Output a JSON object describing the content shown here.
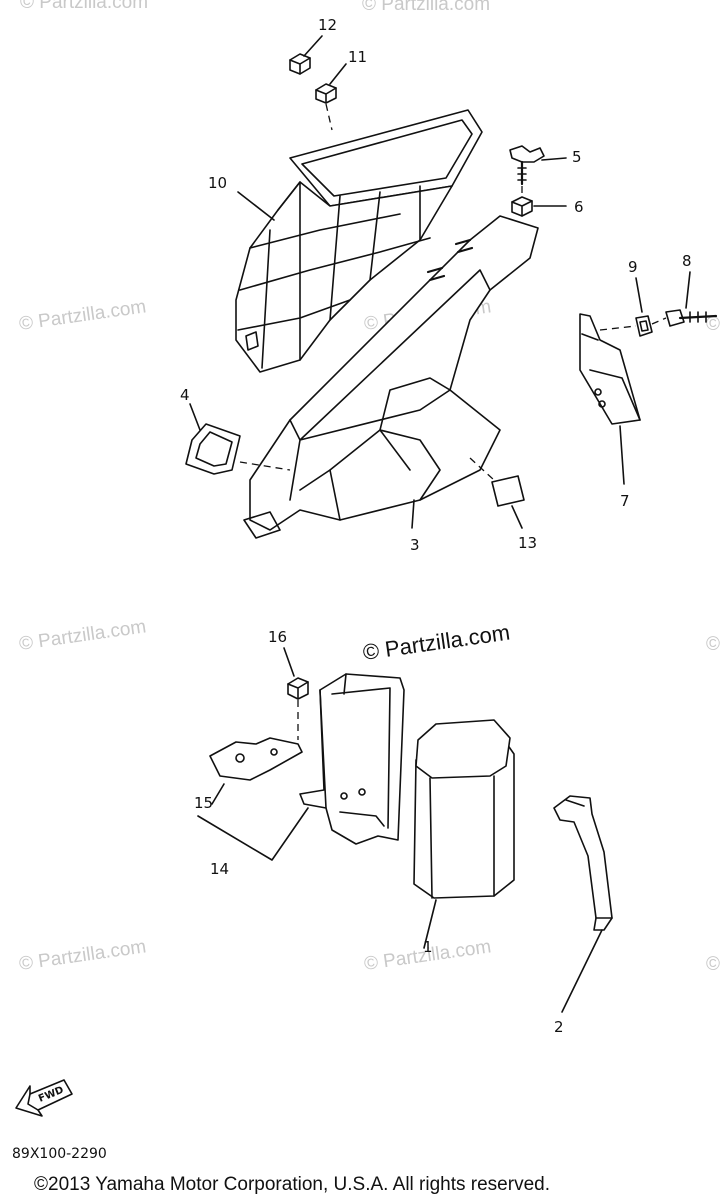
{
  "diagram": {
    "callouts": [
      "1",
      "2",
      "3",
      "4",
      "5",
      "6",
      "7",
      "8",
      "9",
      "10",
      "11",
      "12",
      "13",
      "14",
      "15",
      "16"
    ],
    "watermark_main": "© Partzilla.com",
    "watermark_faint": "© Partzilla.com",
    "fwd_label": "FWD",
    "diagram_code": "89X100-2290",
    "copyright": "©2013 Yamaha Motor Corporation, U.S.A. All rights reserved."
  }
}
